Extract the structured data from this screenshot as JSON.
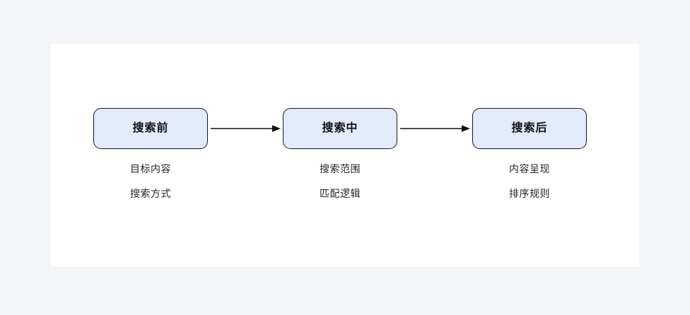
{
  "page": {
    "background_color": "#f4f5f9",
    "card_background": "#ffffff"
  },
  "diagram": {
    "type": "linear-flow",
    "box_fill_color": "#e3ebfa",
    "box_border_color": "#15161f",
    "arrow_color": "#111111",
    "stages": [
      {
        "title": "搜索前",
        "items": [
          "目标内容",
          "搜索方式"
        ]
      },
      {
        "title": "搜索中",
        "items": [
          "搜索范围",
          "匹配逻辑"
        ]
      },
      {
        "title": "搜索后",
        "items": [
          "内容呈现",
          "排序规则"
        ]
      }
    ],
    "connectors": [
      {
        "icon": "arrow-right-icon"
      },
      {
        "icon": "arrow-right-icon"
      }
    ]
  }
}
